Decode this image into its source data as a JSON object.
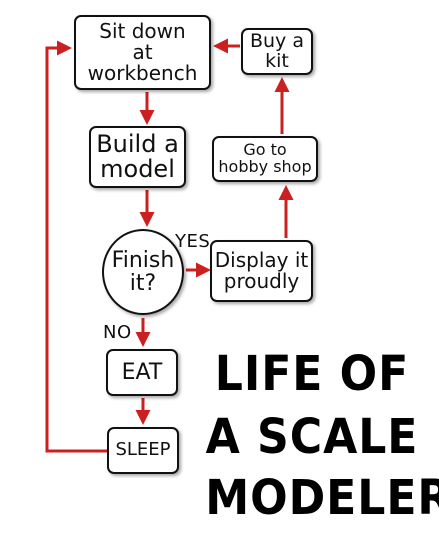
{
  "nodes": {
    "sit_down": "Sit down\nat\nworkbench",
    "buy_kit": "Buy a\nkit",
    "build_model": "Build a\nmodel",
    "hobby_shop": "Go to\nhobby shop",
    "finish_it": "Finish\nit?",
    "display_it": "Display it\nproudly",
    "eat": "EAT",
    "sleep": "SLEEP"
  },
  "edge_labels": {
    "yes": "YES",
    "no": "NO"
  },
  "title_lines": [
    "LIFE OF",
    "A SCALE",
    "MODELER"
  ],
  "colors": {
    "arrow": "#cc1f1f",
    "box_border": "#111111",
    "title": "#000000"
  }
}
